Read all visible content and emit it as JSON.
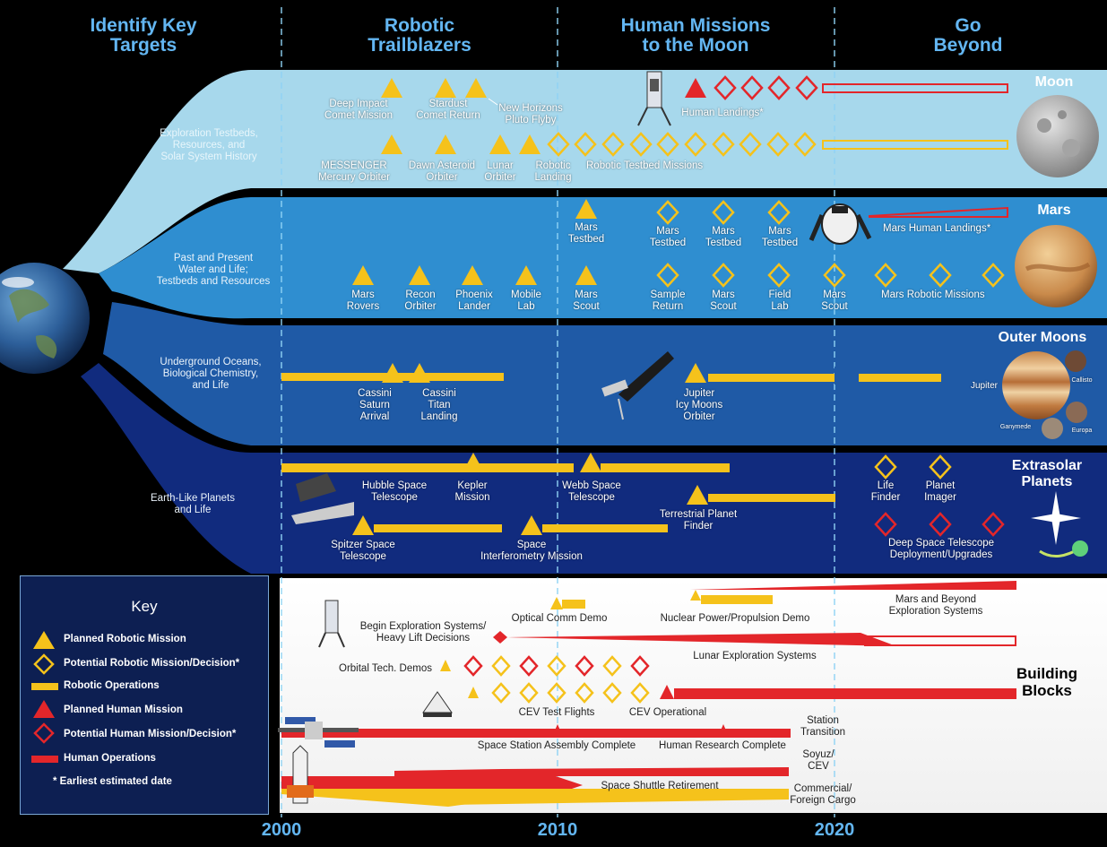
{
  "columns": {
    "identify_key_targets": "Identify Key\nTargets",
    "robotic_trailblazers": "Robotic\nTrailblazers",
    "human_missions_moon": "Human Missions\nto the Moon",
    "go_beyond": "Go\nBeyond"
  },
  "years": {
    "y2000": "2000",
    "y2010": "2010",
    "y2020": "2020"
  },
  "rows": {
    "moon": {
      "title": "Moon",
      "theme": "Exploration Testbeds,\nResources, and\nSolar System History"
    },
    "mars": {
      "title": "Mars",
      "theme": "Past and Present\nWater and Life;\nTestbeds and Resources"
    },
    "outer": {
      "title": "Outer Moons",
      "theme": "Underground Oceans,\nBiological Chemistry,\nand Life"
    },
    "extra": {
      "title": "Extrasolar\nPlanets",
      "theme": "Earth-Like Planets\nand Life"
    }
  },
  "missions": {
    "deep_impact": "Deep Impact\nComet Mission",
    "stardust": "Stardust\nComet Return",
    "new_horizons": "New Horizons\nPluto Flyby",
    "human_landings": "Human Landings*",
    "messenger": "MESSENGER\nMercury Orbiter",
    "dawn": "Dawn Asteroid\nOrbiter",
    "lunar_orbiter": "Lunar\nOrbiter",
    "robotic_landing": "Robotic\nLanding",
    "robotic_testbed": "Robotic Testbed Missions",
    "mars_testbed_1": "Mars\nTestbed",
    "mars_testbed_2": "Mars\nTestbed",
    "mars_testbed_3": "Mars\nTestbed",
    "mars_testbed_4": "Mars\nTestbed",
    "mars_human_landings": "Mars Human Landings*",
    "mars_rovers": "Mars\nRovers",
    "recon_orbiter": "Recon\nOrbiter",
    "phoenix": "Phoenix\nLander",
    "mobile_lab": "Mobile\nLab",
    "mars_scout_1": "Mars\nScout",
    "sample_return": "Sample\nReturn",
    "mars_scout_2": "Mars\nScout",
    "field_lab": "Field\nLab",
    "mars_scout_3": "Mars\nScout",
    "mars_robotic": "Mars Robotic Missions",
    "cassini_saturn": "Cassini\nSaturn\nArrival",
    "cassini_titan": "Cassini\nTitan\nLanding",
    "jupiter_icy": "Jupiter\nIcy Moons\nOrbiter",
    "jupiter": "Jupiter",
    "callisto": "Callisto",
    "ganymede": "Ganymede",
    "europa": "Europa",
    "hubble": "Hubble Space\nTelescope",
    "kepler": "Kepler\nMission",
    "webb": "Webb Space\nTelescope",
    "tpf": "Terrestrial Planet\nFinder",
    "spitzer": "Spitzer Space\nTelescope",
    "sim": "Space\nInterferometry Mission",
    "life_finder": "Life\nFinder",
    "planet_imager": "Planet\nImager",
    "deep_space_tel": "Deep Space Telescope\nDeployment/Upgrades"
  },
  "blocks": {
    "title": "Building\nBlocks",
    "begin_exploration": "Begin Exploration Systems/\nHeavy Lift Decisions",
    "optical_comm": "Optical Comm Demo",
    "nuclear": "Nuclear Power/Propulsion Demo",
    "mars_beyond": "Mars and Beyond\nExploration Systems",
    "lunar_systems": "Lunar Exploration Systems",
    "orbital_tech": "Orbital Tech. Demos",
    "cev_test": "CEV Test Flights",
    "cev_operational": "CEV Operational",
    "station_assembly": "Space Station Assembly Complete",
    "human_research": "Human Research Complete",
    "station_transition": "Station\nTransition",
    "soyuz": "Soyuz/\nCEV",
    "shuttle_retirement": "Space Shuttle Retirement",
    "commercial": "Commercial/\nForeign Cargo"
  },
  "key": {
    "title": "Key",
    "planned_robotic": "Planned Robotic Mission",
    "potential_robotic": "Potential Robotic Mission/Decision*",
    "robotic_ops": "Robotic Operations",
    "planned_human": "Planned Human Mission",
    "potential_human": "Potential Human Mission/Decision*",
    "human_ops": "Human Operations",
    "earliest": "* Earliest estimated date"
  },
  "colors": {
    "moon_band": "#a7d8ec",
    "mars_band": "#2f8ed0",
    "outer_band": "#1f5aa6",
    "extra_band": "#112b7e",
    "gold": "#f5c21b",
    "red": "#e3262a",
    "title_blue": "#63b6f2"
  },
  "icons": [
    "earth-globe",
    "moon-sphere",
    "mars-sphere",
    "jupiter-sphere",
    "star-sparkle",
    "lunar-lander-icon",
    "mars-lander-icon",
    "spacecraft-icon",
    "space-station-icon",
    "space-shuttle-icon",
    "cev-capsule-icon"
  ]
}
